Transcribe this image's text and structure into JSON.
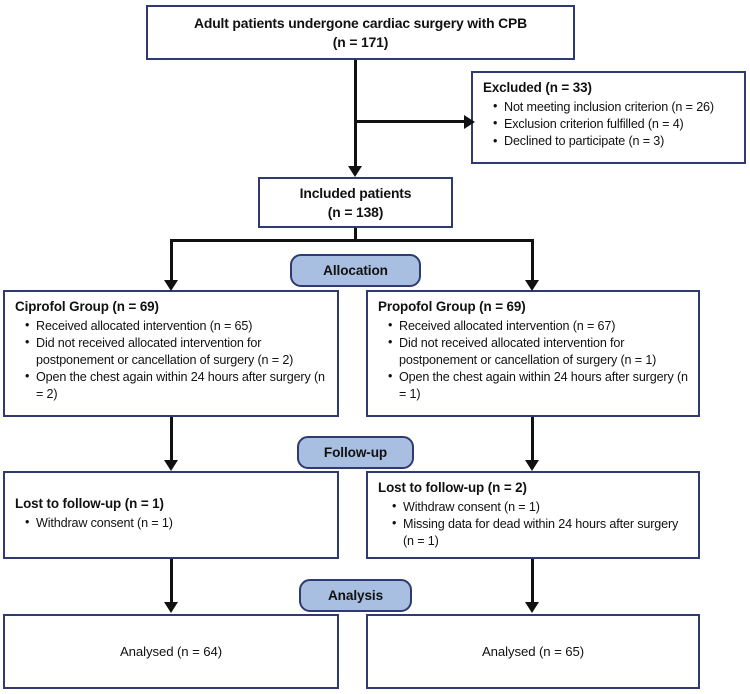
{
  "diagram": {
    "type": "consort-flow-diagram",
    "colors": {
      "box_border": "#2e3a70",
      "pill_fill": "#a9bfe2",
      "pill_border": "#2e3a70",
      "connector": "#111111",
      "background": "#ffffff",
      "text": "#111111"
    }
  },
  "enrollment": {
    "source_box": {
      "line1": "Adult patients  undergone cardiac surgery with CPB",
      "line2": "(n = 171)"
    },
    "excluded_box": {
      "title": "Excluded (n = 33)",
      "items": [
        "Not meeting inclusion criterion (n = 26)",
        "Exclusion criterion fulfilled (n = 4)",
        "Declined to participate (n = 3)"
      ]
    },
    "included_box": {
      "line1": "Included patients",
      "line2": "(n = 138)"
    }
  },
  "stages": {
    "allocation": "Allocation",
    "followup": "Follow-up",
    "analysis": "Analysis"
  },
  "allocation": {
    "left": {
      "title": "Ciprofol Group (n = 69)",
      "items": [
        "Received allocated intervention (n = 65)",
        "Did not received allocated intervention for postponement or cancellation of surgery (n = 2)",
        "Open the chest again within 24 hours after surgery (n = 2)"
      ]
    },
    "right": {
      "title": "Propofol Group (n = 69)",
      "items": [
        "Received allocated intervention (n = 67)",
        "Did not received allocated intervention for postponement or cancellation of surgery (n = 1)",
        "Open the chest again within 24 hours after surgery (n = 1)"
      ]
    }
  },
  "followup": {
    "left": {
      "title": "Lost to follow-up (n = 1)",
      "items": [
        "Withdraw consent (n = 1)"
      ]
    },
    "right": {
      "title": "Lost to follow-up (n = 2)",
      "items": [
        "Withdraw consent (n = 1)",
        "Missing data for dead within 24 hours after surgery (n = 1)"
      ]
    }
  },
  "analysis": {
    "left": "Analysed (n = 64)",
    "right": "Analysed (n = 65)"
  }
}
